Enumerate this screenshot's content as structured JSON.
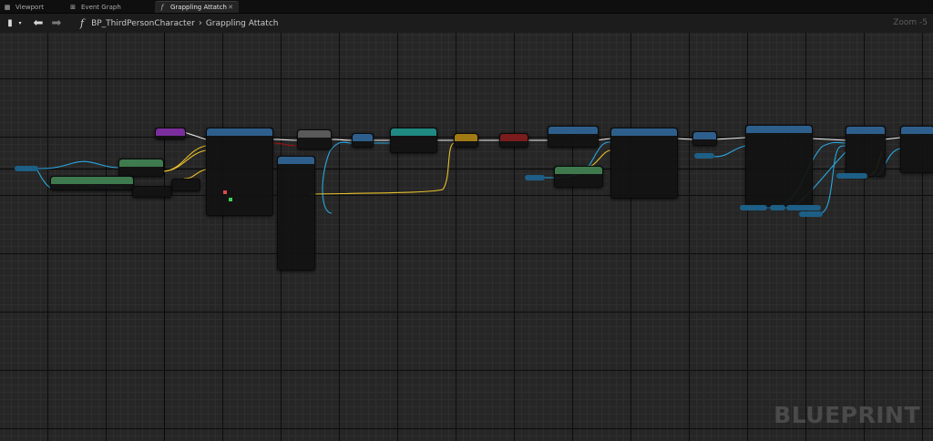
{
  "tabs": [
    {
      "label": "Viewport",
      "icon": "viewport-icon"
    },
    {
      "label": "Event Graph",
      "icon": "graph-icon"
    },
    {
      "label": "Grappling Attatch",
      "icon": "function-icon",
      "active": true
    }
  ],
  "toolbar": {
    "breadcrumb_root": "BP_ThirdPersonCharacter",
    "breadcrumb_current": "Grappling Attatch",
    "zoom": "Zoom -5"
  },
  "canvas": {
    "watermark": "BLUEPRINT"
  },
  "colors": {
    "tab_bg": "#0f0f0f",
    "canvas_bg": "#262626",
    "exec_wire": "#f2f2f2",
    "object_wire": "#2aa7e0",
    "vector_wire": "#e8c02a",
    "bool_wire": "#a01010",
    "function_header": "#2e5f8c",
    "pure_header": "#3e7a4e",
    "branch_header": "#595959",
    "entry_header": "#7a2e9c"
  }
}
